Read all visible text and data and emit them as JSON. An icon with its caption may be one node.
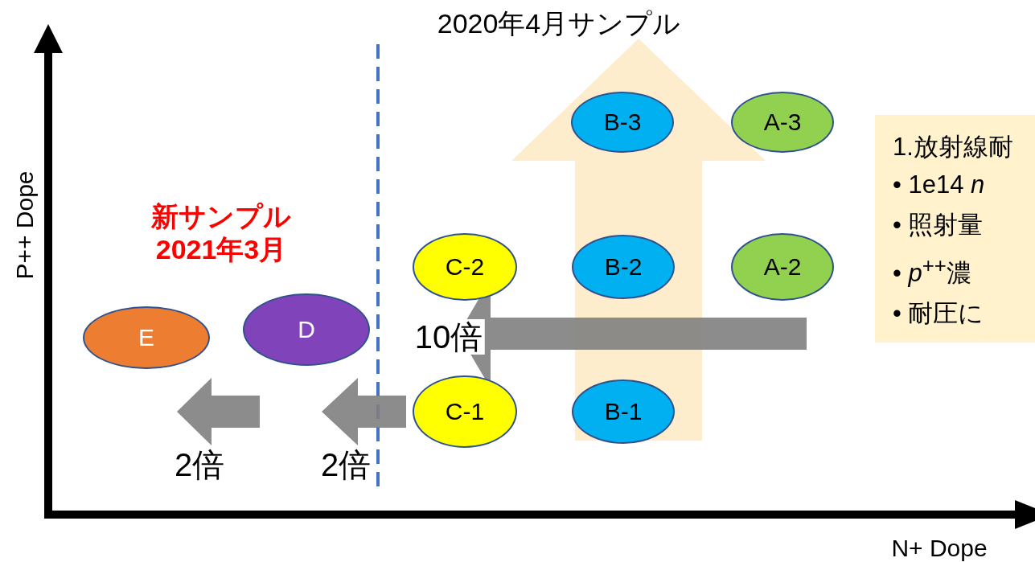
{
  "diagram": {
    "nodes": [
      {
        "text": [
          "B-3"
        ]
      },
      {
        "text": [
          "A-3"
        ]
      },
      {
        "text": [
          "1.放射線耐",
          "• 1e14 *n*",
          "• 照射量",
          "• *p*$^{++}$濃",
          "• 耐圧に"
        ]
      },
      {
        "text": [
          "C-2"
        ]
      },
      {
        "text": [
          "B-2"
        ]
      },
      {
        "text": [
          "A-2"
        ]
      },
      {
        "text": [
          "E"
        ]
      },
      {
        "text": [
          "D"
        ]
      },
      {
        "text": [
          "C-1"
        ]
      },
      {
        "text": [
          "B-1"
        ]
      }
    ],
    "edges": [
      {
        "from": 9,
        "to": 0,
        "arrow": "to",
        "color": "#fdedcc"
      },
      {
        "from": 5,
        "to": 3,
        "arrow": "to",
        "label": "10倍"
      }
    ],
    "labels": [
      "2020年4月サンプル",
      "新サンプル 2021年3月",
      "2倍",
      "2倍",
      "P++ Dope",
      "N+ Dope"
    ]
  }
}
